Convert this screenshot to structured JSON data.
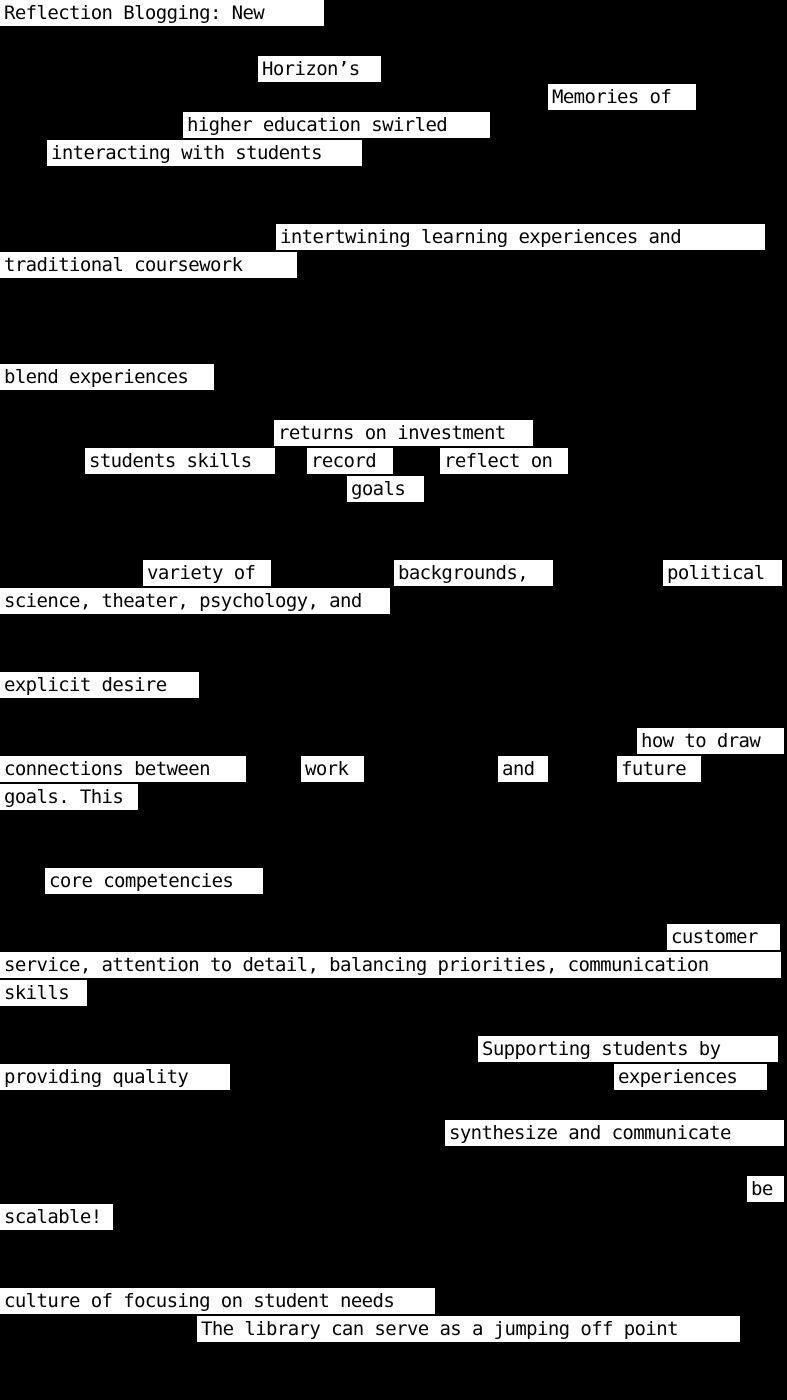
{
  "document": {
    "background_color": "#000000",
    "text_highlight_color": "#ffffff",
    "text_color": "#000000",
    "fragments": [
      "Reflection Blogging: New",
      "Horizon’s",
      "Memories of",
      "higher education swirled",
      "interacting with students",
      "intertwining learning experiences and",
      "traditional coursework",
      "blend experiences",
      "returns on investment",
      "students skills",
      "record",
      "reflect on",
      "goals",
      "variety of",
      "backgrounds,",
      "political",
      "science, theater, psychology, and",
      "explicit desire",
      "how to draw",
      "connections between",
      "work",
      "and",
      "future",
      "goals. This",
      "core competencies",
      "customer",
      "service, attention to detail, balancing priorities, communication",
      "skills",
      "Supporting students by",
      "providing quality",
      "experiences",
      "synthesize and communicate",
      "be",
      "scalable!",
      "culture of focusing on student needs",
      "The library can serve as a jumping off point"
    ]
  }
}
